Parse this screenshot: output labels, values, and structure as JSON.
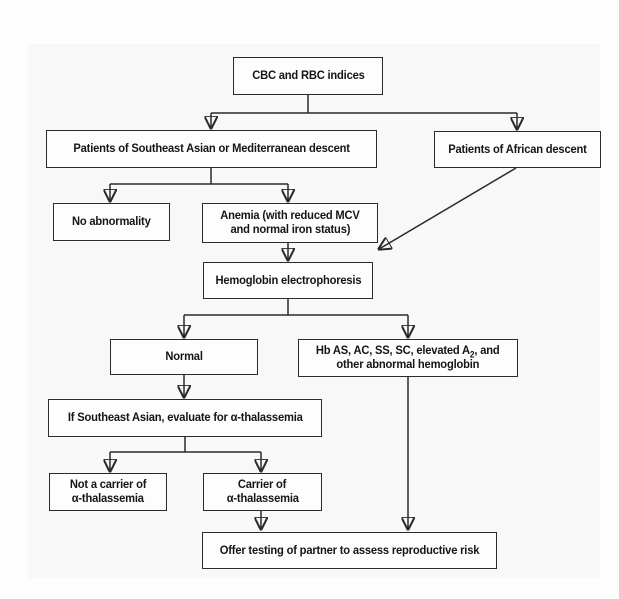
{
  "nodes": {
    "cbc": {
      "label": "CBC and RBC indices"
    },
    "se_asian_mediterranean": {
      "label": "Patients of Southeast Asian or Mediterranean descent"
    },
    "african": {
      "label": "Patients of African descent"
    },
    "no_abnormality": {
      "label": "No abnormality"
    },
    "anemia": {
      "line1": "Anemia (with reduced MCV",
      "line2": "and normal iron status)"
    },
    "electrophoresis": {
      "label": "Hemoglobin electrophoresis"
    },
    "normal": {
      "label": "Normal"
    },
    "hb_abnormal": {
      "line1_pre": "Hb AS, AC, SS, SC, elevated A",
      "line1_sub": "2",
      "line1_post": ", and",
      "line2": "other abnormal hemoglobin"
    },
    "if_se_asian": {
      "label": "If Southeast Asian, evaluate for α-thalassemia"
    },
    "not_carrier": {
      "line1": "Not a carrier of",
      "line2": "α-thalassemia"
    },
    "carrier": {
      "line1": "Carrier of",
      "line2": "α-thalassemia"
    },
    "offer_testing": {
      "label": "Offer testing of partner to assess reproductive risk"
    }
  },
  "colors": {
    "line": "#2b2b2b",
    "box_border": "#2b2b2b",
    "text": "#151515",
    "background": "#ffffff",
    "panel": "#f8f8f8"
  }
}
